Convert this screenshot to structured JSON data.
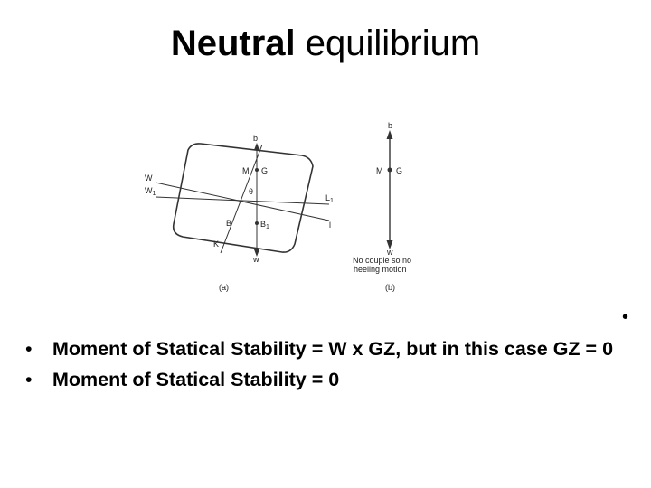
{
  "title": {
    "bold": "Neutral",
    "rest": "equilibrium"
  },
  "diagram": {
    "a": {
      "b": "b",
      "M": "M",
      "G": "G",
      "theta": "θ",
      "W": "W",
      "W1": "W",
      "W1_sub": "1",
      "L1": "L",
      "L1_sub": "1",
      "l": "l",
      "B": "B",
      "B1": "B",
      "B1_sub": "1",
      "K": "K",
      "w": "w",
      "caption": "(a)"
    },
    "b": {
      "b": "b",
      "M": "M",
      "G": "G",
      "w": "w",
      "note_line1": "No couple so no",
      "note_line2": "heeling motion",
      "caption": "(b)"
    }
  },
  "stray_bullet": "•",
  "bullets": [
    "Moment of Statical Stability = W x GZ, but in this case GZ = 0",
    "Moment of Statical Stability = 0"
  ]
}
